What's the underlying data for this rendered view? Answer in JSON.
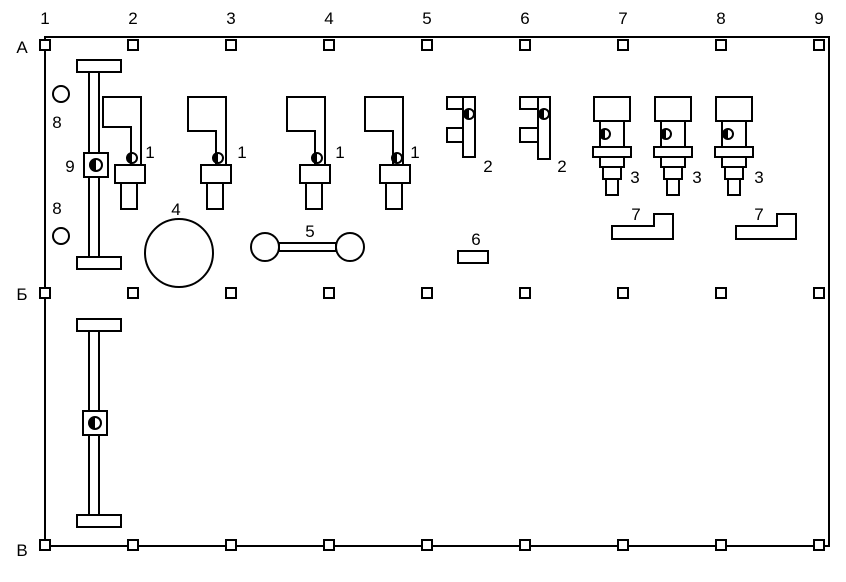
{
  "grid": {
    "columns": [
      "1",
      "2",
      "3",
      "4",
      "5",
      "6",
      "7",
      "8",
      "9"
    ],
    "rows": [
      "А",
      "Б",
      "В"
    ]
  },
  "labels": {
    "item_1": "1",
    "item_2": "2",
    "item_3": "3",
    "item_4": "4",
    "item_5": "5",
    "item_6": "6",
    "item_7": "7",
    "item_8": "8",
    "item_9": "9"
  }
}
